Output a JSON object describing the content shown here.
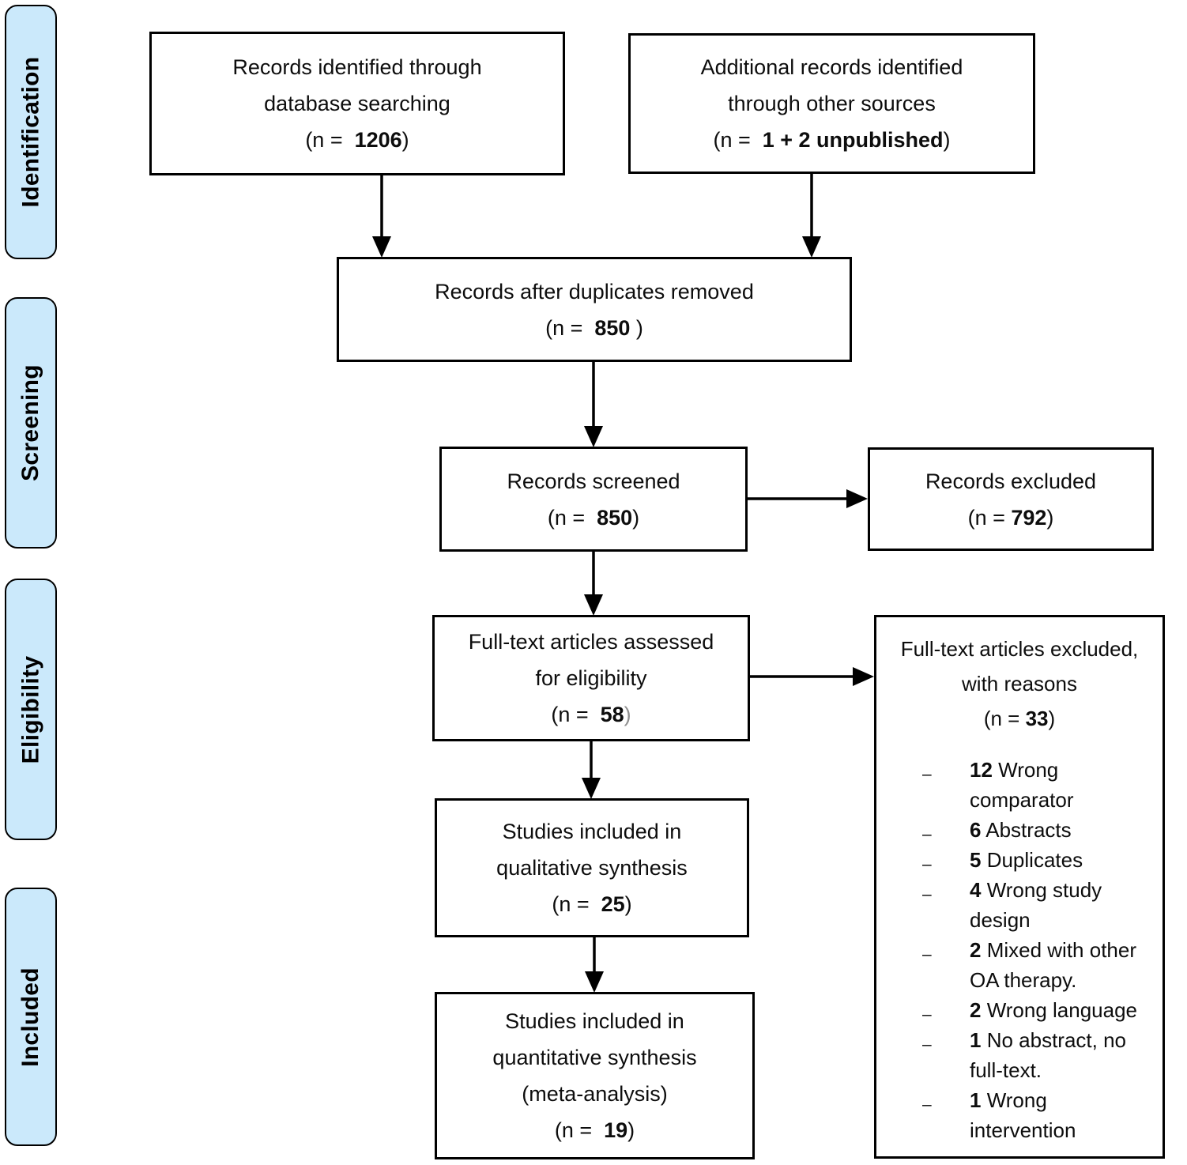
{
  "title": "PRISMA flow diagram",
  "colors": {
    "stage_fill": "#cbe9fb",
    "line": "#000000",
    "box_bg": "#ffffff",
    "text": "#0d0d0d",
    "muted_paren": "#8f8f8f"
  },
  "sidebar": {
    "items": [
      {
        "label": "Identification"
      },
      {
        "label": "Screening"
      },
      {
        "label": "Eligibility"
      },
      {
        "label": "Included"
      }
    ]
  },
  "boxes": {
    "records_identified": {
      "lines": [
        [
          {
            "t": "Records identified through"
          }
        ],
        [
          {
            "t": "database searching"
          }
        ],
        [
          {
            "t": "(n =  "
          },
          {
            "t": "1206",
            "b": true
          },
          {
            "t": ")"
          }
        ]
      ]
    },
    "additional_records": {
      "lines": [
        [
          {
            "t": "Additional records identified"
          }
        ],
        [
          {
            "t": "through other sources"
          }
        ],
        [
          {
            "t": "(n =  "
          },
          {
            "t": "1 + 2 unpublished",
            "b": true
          },
          {
            "t": ")"
          }
        ]
      ]
    },
    "duplicates_removed": {
      "lines": [
        [
          {
            "t": "Records after duplicates removed"
          }
        ],
        [
          {
            "t": "(n =  "
          },
          {
            "t": "850",
            "b": true
          },
          {
            "t": " )"
          }
        ]
      ]
    },
    "records_screened": {
      "lines": [
        [
          {
            "t": "Records screened"
          }
        ],
        [
          {
            "t": "(n =  "
          },
          {
            "t": "850",
            "b": true
          },
          {
            "t": ")"
          }
        ]
      ]
    },
    "records_excluded": {
      "lines": [
        [
          {
            "t": "Records excluded"
          }
        ],
        [
          {
            "t": "(n = "
          },
          {
            "t": "792",
            "b": true
          },
          {
            "t": ")"
          }
        ]
      ]
    },
    "fulltext_assessed": {
      "lines": [
        [
          {
            "t": "Full-text articles assessed"
          }
        ],
        [
          {
            "t": "for eligibility"
          }
        ],
        [
          {
            "t": "(n =  "
          },
          {
            "t": "58",
            "b": true
          },
          {
            "t": ")",
            "c": "#8f8f8f"
          }
        ]
      ]
    },
    "fulltext_excluded": {
      "heading_lines": [
        [
          {
            "t": "Full-text articles excluded,"
          }
        ],
        [
          {
            "t": "with reasons"
          }
        ],
        [
          {
            "t": "(n = "
          },
          {
            "t": "33",
            "b": true
          },
          {
            "t": ")"
          }
        ]
      ],
      "bullet": "–",
      "reasons": [
        {
          "n": "12",
          "lines": [
            "Wrong",
            "comparator"
          ]
        },
        {
          "n": "6",
          "lines": [
            "Abstracts"
          ]
        },
        {
          "n": "5",
          "lines": [
            "Duplicates"
          ]
        },
        {
          "n": "4",
          "lines": [
            "Wrong study",
            "design"
          ]
        },
        {
          "n": "2",
          "lines": [
            "Mixed with other",
            "OA therapy."
          ]
        },
        {
          "n": "2",
          "lines": [
            "Wrong language"
          ]
        },
        {
          "n": "1",
          "lines": [
            "No abstract, no",
            "full-text."
          ]
        },
        {
          "n": "1",
          "lines": [
            "Wrong",
            "intervention"
          ]
        }
      ]
    },
    "qualitative": {
      "lines": [
        [
          {
            "t": "Studies included in"
          }
        ],
        [
          {
            "t": "qualitative synthesis"
          }
        ],
        [
          {
            "t": "(n =  "
          },
          {
            "t": "25",
            "b": true
          },
          {
            "t": ")"
          }
        ]
      ]
    },
    "quantitative": {
      "lines": [
        [
          {
            "t": "Studies included in"
          }
        ],
        [
          {
            "t": "quantitative synthesis"
          }
        ],
        [
          {
            "t": "(meta-analysis)"
          }
        ],
        [
          {
            "t": "(n =  "
          },
          {
            "t": "19",
            "b": true
          },
          {
            "t": ")"
          }
        ]
      ]
    }
  }
}
